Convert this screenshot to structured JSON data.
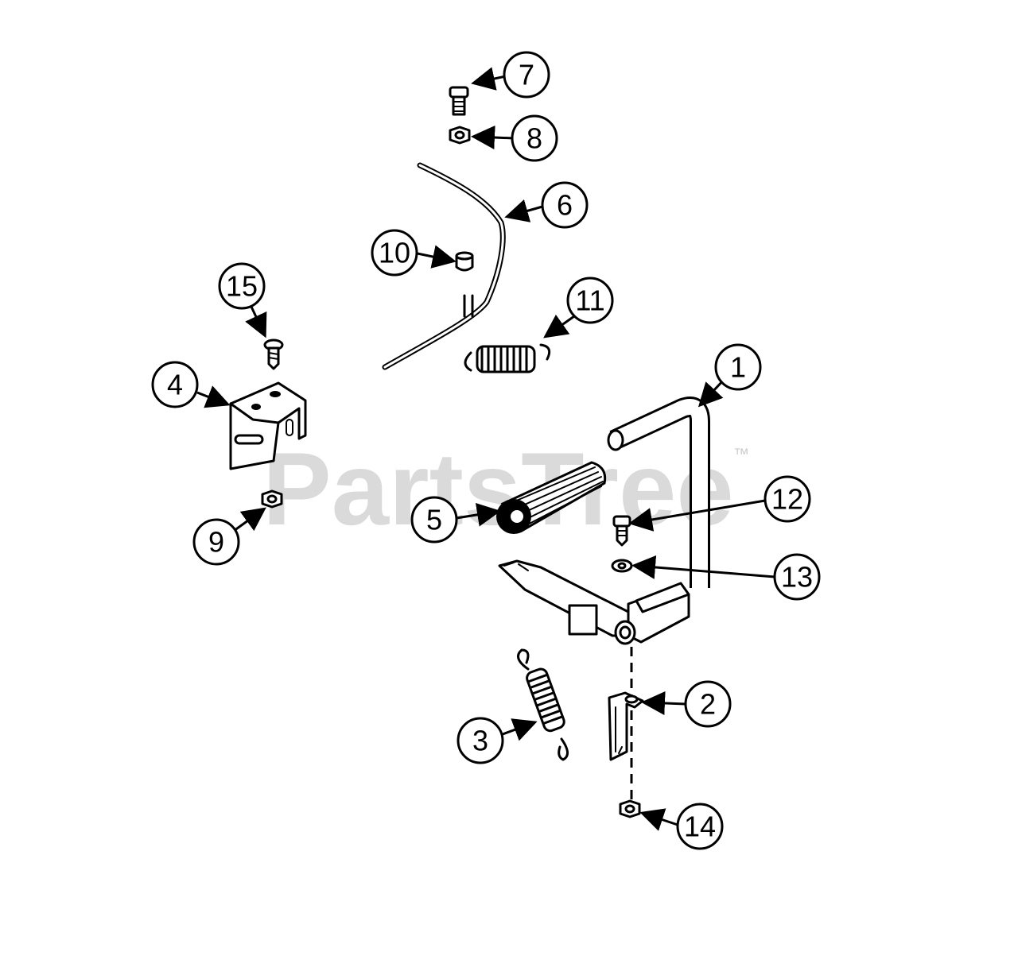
{
  "watermark": {
    "text": "PartsTree",
    "trademark": "™"
  },
  "callouts": [
    {
      "num": "1"
    },
    {
      "num": "2"
    },
    {
      "num": "3"
    },
    {
      "num": "4"
    },
    {
      "num": "5"
    },
    {
      "num": "6"
    },
    {
      "num": "7"
    },
    {
      "num": "8"
    },
    {
      "num": "9"
    },
    {
      "num": "10"
    },
    {
      "num": "11"
    },
    {
      "num": "12"
    },
    {
      "num": "13"
    },
    {
      "num": "14"
    },
    {
      "num": "15"
    }
  ]
}
